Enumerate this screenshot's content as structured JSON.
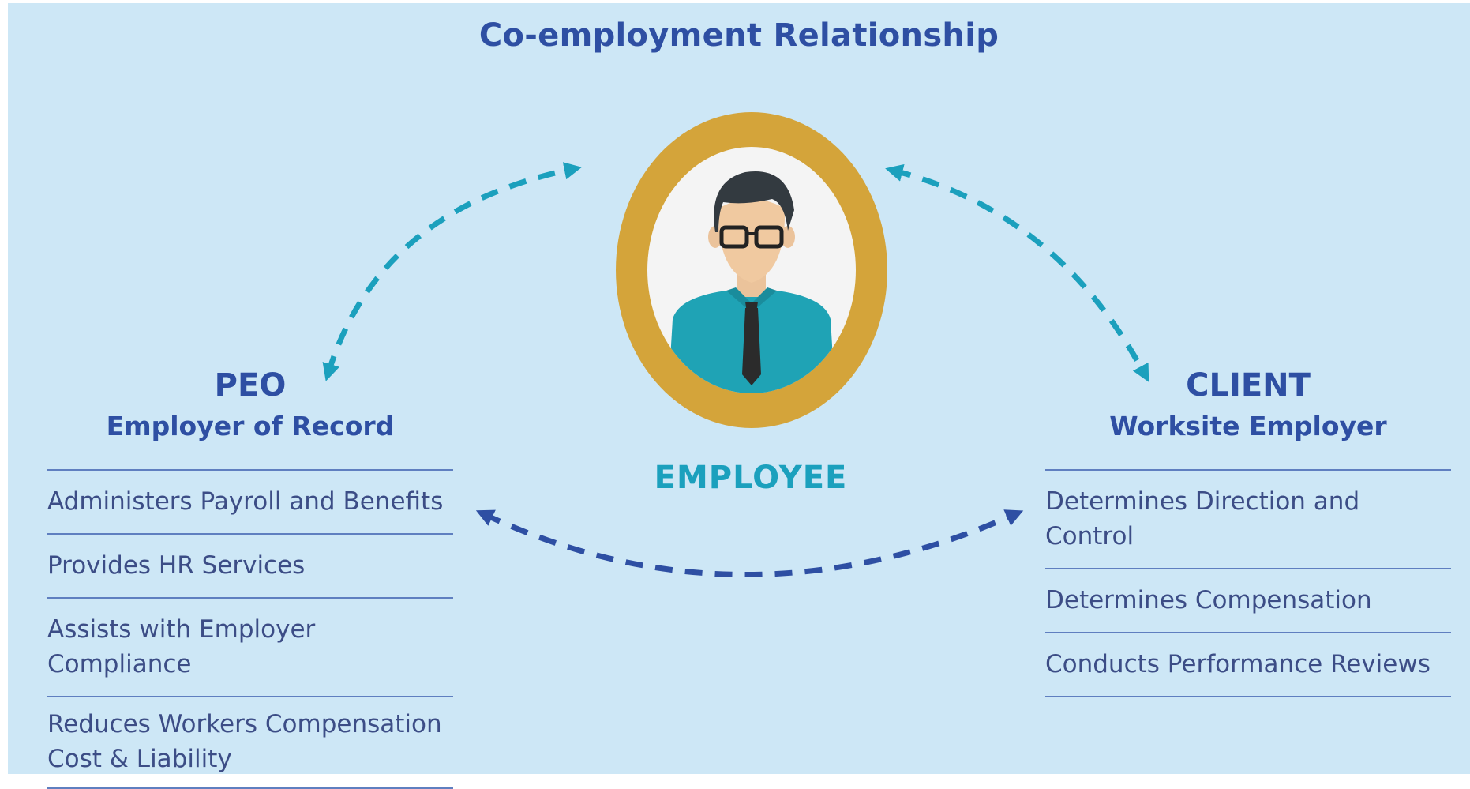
{
  "title": "Co-employment Relationship",
  "center": {
    "label": "EMPLOYEE",
    "icon": "employee-avatar-icon"
  },
  "left": {
    "heading": "PEO",
    "subheading": "Employer of Record",
    "items": [
      "Administers Payroll and Benefits",
      "Provides HR Services",
      "Assists with Employer Compliance",
      "Reduces Workers Compensation Cost & Liability"
    ]
  },
  "right": {
    "heading": "CLIENT",
    "subheading": "Worksite Employer",
    "items": [
      "Determines Direction and Control",
      "Determines Compensation",
      "Conducts Performance Reviews"
    ]
  },
  "colors": {
    "background": "#cde7f6",
    "heading": "#2e4fa3",
    "list_text": "#3c4d86",
    "divider": "#5f7fc0",
    "upper_arrows": "#1ba0bd",
    "lower_arrow": "#2e4fa3",
    "ring": "#d4a43a",
    "shirt": "#1fa3b5"
  }
}
